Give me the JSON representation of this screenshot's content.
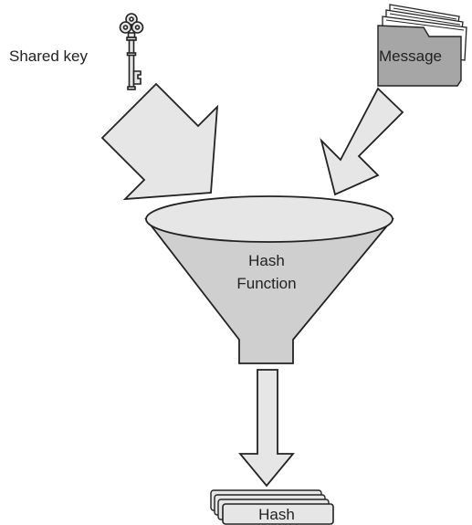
{
  "labels": {
    "shared_key": "Shared key",
    "message": "Message",
    "hash_function_line1": "Hash",
    "hash_function_line2": "Function",
    "hash": "Hash"
  },
  "icons": {
    "key": "key-icon",
    "message": "document-stack-icon",
    "funnel": "funnel-icon",
    "output": "stacked-cards-icon"
  },
  "colors": {
    "fill_light": "#e6e6e6",
    "fill_mid": "#cfcfcf",
    "folder": "#a6a6a6",
    "stroke": "#222222"
  }
}
